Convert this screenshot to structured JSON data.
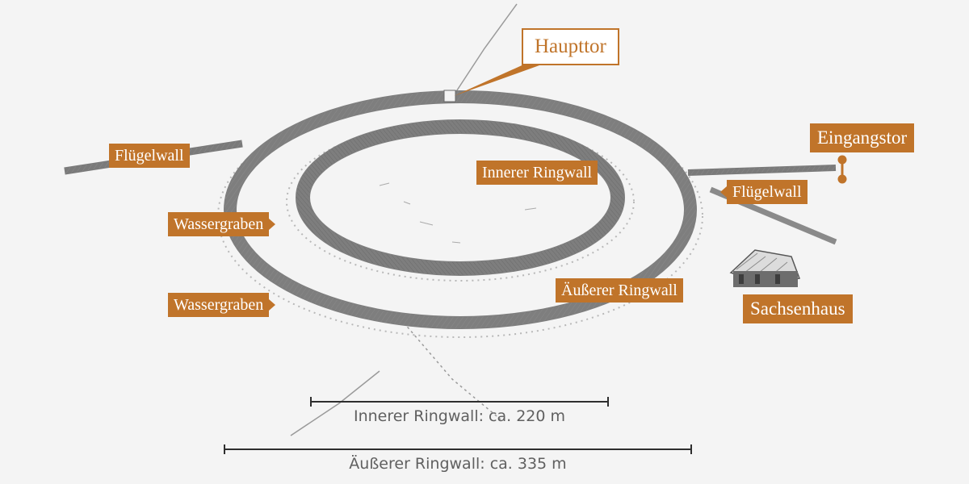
{
  "labels": {
    "haupttor": "Haupttor",
    "eingangstor": "Eingangstor",
    "fluegelwall_left": "Flügelwall",
    "fluegelwall_right": "Flügelwall",
    "innerer_ringwall": "Innerer Ringwall",
    "aeusserer_ringwall": "Äußerer Ringwall",
    "wassergraben_upper": "Wassergraben",
    "wassergraben_lower": "Wassergraben",
    "sachsenhaus": "Sachsenhaus"
  },
  "scales": {
    "inner": "Innerer Ringwall: ca. 220 m",
    "outer": "Äußerer Ringwall: ca. 335 m"
  },
  "colors": {
    "accent": "#c0742a",
    "background": "#f4f4f4",
    "ink": "#555555",
    "scale_text": "#606060"
  }
}
